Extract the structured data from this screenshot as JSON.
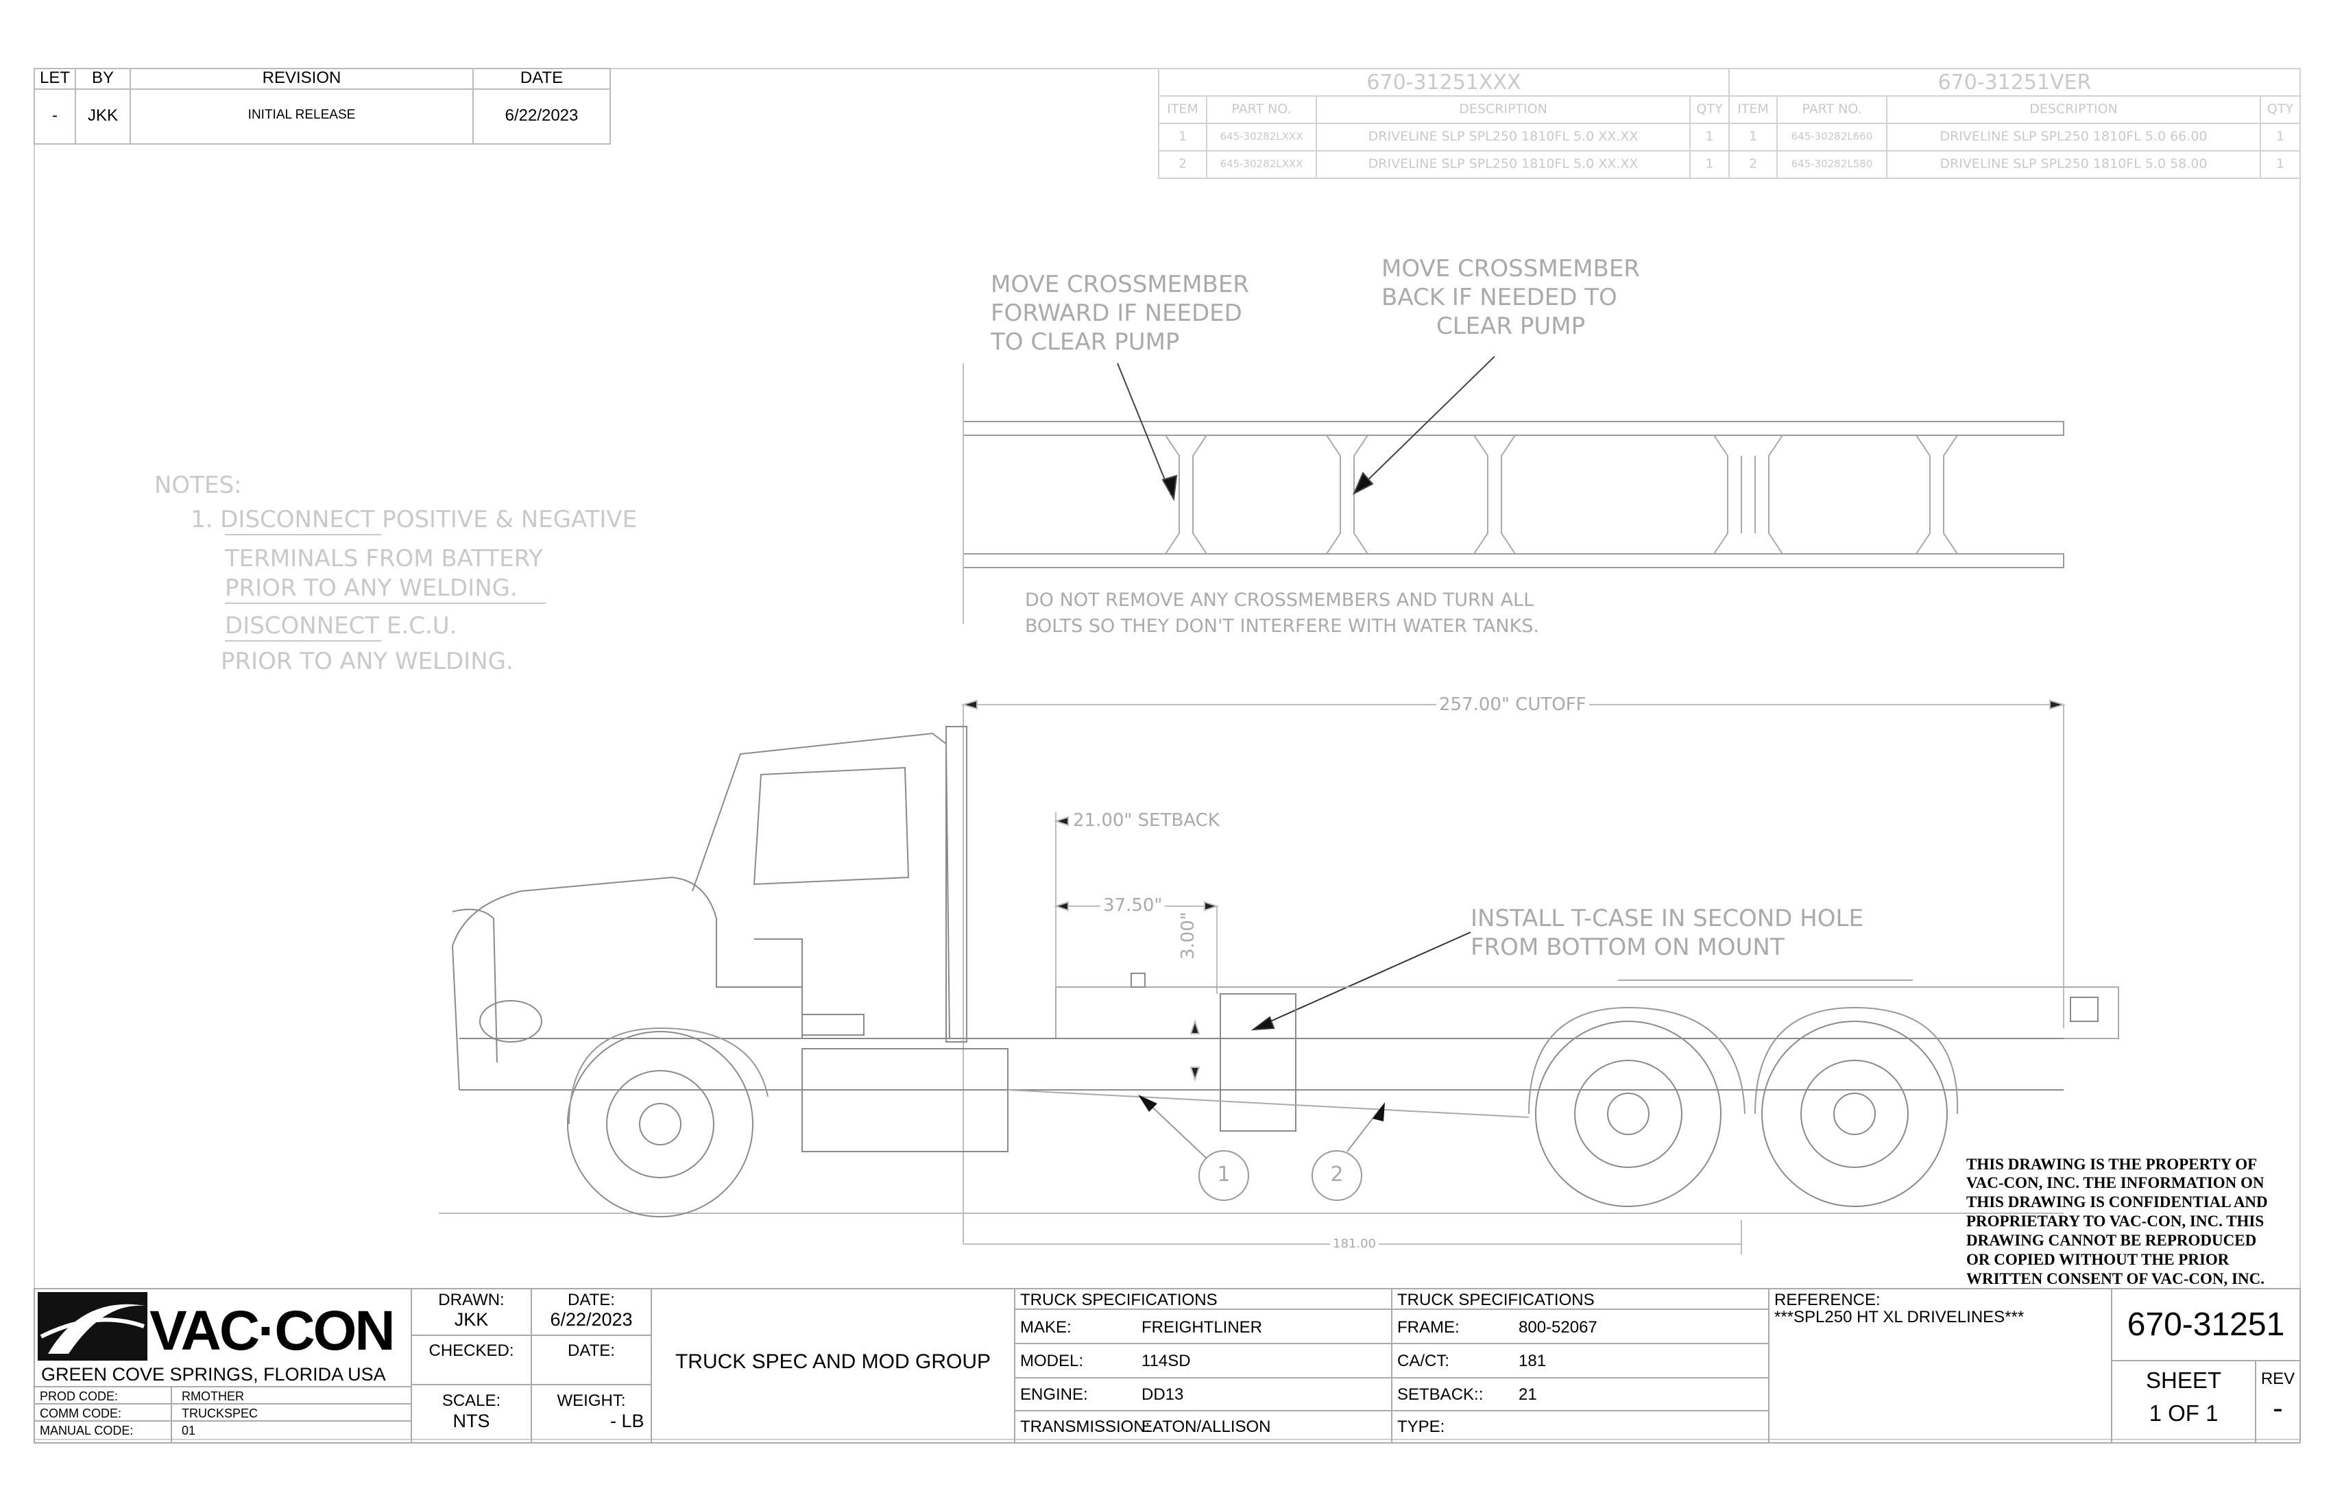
{
  "revision_table": {
    "headers": [
      "LET",
      "BY",
      "REVISION",
      "DATE"
    ],
    "row": [
      "-",
      "JKK",
      "INITIAL RELEASE",
      "6/22/2023"
    ]
  },
  "bom_left": {
    "title": "670-31251XXX",
    "headers": [
      "ITEM",
      "PART NO.",
      "DESCRIPTION",
      "QTY"
    ],
    "rows": [
      [
        "1",
        "645-30282LXXX",
        "DRIVELINE SLP SPL250 1810FL 5.0 XX.XX",
        "1"
      ],
      [
        "2",
        "645-30282LXXX",
        "DRIVELINE SLP SPL250 1810FL 5.0 XX.XX",
        "1"
      ]
    ]
  },
  "bom_right": {
    "title": "670-31251VER",
    "headers": [
      "ITEM",
      "PART NO.",
      "DESCRIPTION",
      "QTY"
    ],
    "rows": [
      [
        "1",
        "645-30282L660",
        "DRIVELINE SLP SPL250 1810FL 5.0 66.00",
        "1"
      ],
      [
        "2",
        "645-30282L580",
        "DRIVELINE SLP SPL250 1810FL 5.0 58.00",
        "1"
      ]
    ]
  },
  "notes": {
    "heading": "NOTES:",
    "lines": [
      "1. DISCONNECT POSITIVE & NEGATIVE",
      "TERMINALS FROM BATTERY",
      "PRIOR TO ANY WELDING.",
      "DISCONNECT E.C.U.",
      "PRIOR TO ANY WELDING."
    ]
  },
  "callouts": {
    "crossmember_forward": [
      "MOVE CROSSMEMBER",
      "FORWARD IF NEEDED",
      "TO CLEAR PUMP"
    ],
    "crossmember_back": [
      "MOVE CROSSMEMBER",
      "BACK IF NEEDED TO",
      "CLEAR PUMP"
    ],
    "do_not_remove": [
      "DO NOT REMOVE ANY CROSSMEMBERS AND TURN ALL",
      "BOLTS SO THEY DON'T INTERFERE WITH WATER TANKS."
    ],
    "install_tcase": [
      "INSTALL T-CASE IN SECOND HOLE",
      "FROM BOTTOM ON MOUNT"
    ]
  },
  "dimensions": {
    "cutoff": "257.00\" CUTOFF",
    "setback": "21.00\" SETBACK",
    "d37": "37.50\"",
    "d3": "3.00\"",
    "d181": "181.00",
    "balloon1": "1",
    "balloon2": "2"
  },
  "property_notice": [
    "THIS DRAWING IS THE PROPERTY OF",
    "VAC-CON, INC.  THE INFORMATION ON",
    "THIS DRAWING IS CONFIDENTIAL AND",
    "PROPRIETARY TO VAC-CON, INC.  THIS",
    "DRAWING CANNOT BE REPRODUCED",
    "OR COPIED WITHOUT THE PRIOR",
    "WRITTEN CONSENT OF VAC-CON, INC."
  ],
  "title_block": {
    "logo_text": "VAC·CON",
    "location": "GREEN COVE SPRINGS, FLORIDA USA",
    "prod_code_label": "PROD CODE:",
    "prod_code": "RMOTHER",
    "comm_code_label": "COMM CODE:",
    "comm_code": "TRUCKSPEC",
    "manual_code_label": "MANUAL CODE:",
    "manual_code": "01",
    "drawn_label": "DRAWN:",
    "drawn": "JKK",
    "date_label": "DATE:",
    "date": "6/22/2023",
    "checked_label": "CHECKED:",
    "checked_date_label": "DATE:",
    "scale_label": "SCALE:",
    "scale": "NTS",
    "weight_label": "WEIGHT:",
    "weight": "- LB",
    "group": "TRUCK SPEC AND MOD GROUP",
    "spec1_title": "TRUCK SPECIFICATIONS",
    "make_label": "MAKE:",
    "make": "FREIGHTLINER",
    "model_label": "MODEL:",
    "model": "114SD",
    "engine_label": "ENGINE:",
    "engine": "DD13",
    "transmission_label": "TRANSMISSION:",
    "transmission": "EATON/ALLISON",
    "spec2_title": "TRUCK SPECIFICATIONS",
    "frame_label": "FRAME:",
    "frame": "800-52067",
    "cact_label": "CA/CT:",
    "cact": "181",
    "setback_label": "SETBACK::",
    "setback": "21",
    "type_label": "TYPE:",
    "reference_label": "REFERENCE:",
    "reference": "***SPL250 HT XL DRIVELINES***",
    "drawing_number": "670-31251",
    "sheet_label": "SHEET",
    "sheet": "1 OF 1",
    "rev_label": "REV",
    "rev": "-"
  }
}
